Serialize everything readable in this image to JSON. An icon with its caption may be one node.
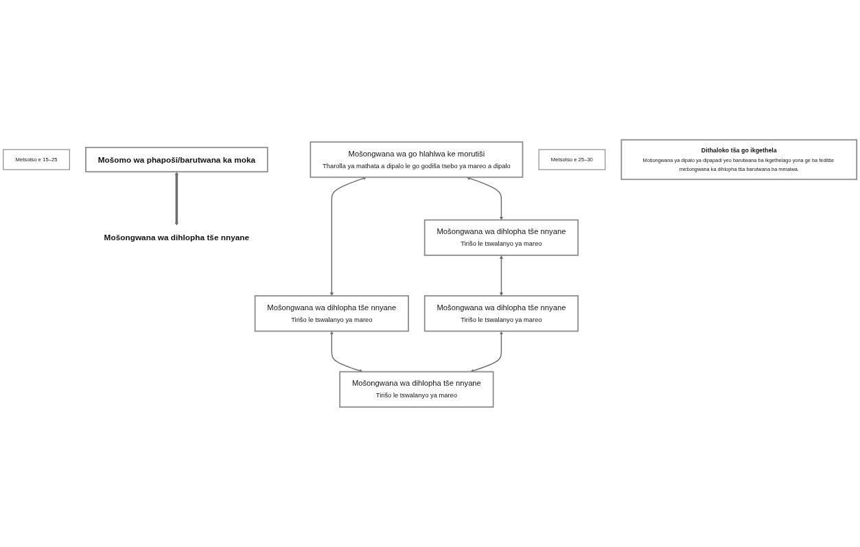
{
  "diagram": {
    "nodes": [
      {
        "text": [
          "Metsotso e 15–25"
        ]
      },
      {
        "text": [
          "Mošomo wa phapoši/barutwana ka moka"
        ]
      },
      {
        "text": [
          "Mošongwana wa dihlopha tše nnyane"
        ]
      },
      {
        "text": [
          "Mošongwana wa go hlahlwa ke morutiši",
          "Tharolla ya mathata a dipalo le go godiša tsebo ya mareo a dipalo"
        ]
      },
      {
        "text": [
          "Metsotso e 25–30"
        ]
      },
      {
        "text": [
          "Mošongwana wa dihlopha tše nnyane",
          "Tirišo le tswalanyo ya mareo"
        ]
      },
      {
        "text": [
          "Mošongwana wa dihlopha tše nnyane",
          "Tirišo le tswalanyo ya mareo"
        ]
      },
      {
        "text": [
          "Mošongwana wa dihlopha tše nnyane",
          "Tirišo le tswalanyo ya mareo"
        ]
      },
      {
        "text": [
          "Mošongwana wa dihlopha tše nnyane",
          "Tirišo le tswalanyo ya mareo"
        ]
      },
      {
        "text": [
          "Dithaloko tša go ikgethela",
          "Mošongwana ya dipalo ya dipapadi yeo barutwana ba ikgethelago yona ge ba feditše mešongwana ka dihlopha tša barutwana ba mmalwa."
        ]
      }
    ],
    "edges": [
      {
        "from": 1,
        "to": 2,
        "arrow": "both",
        "style": "thick"
      },
      {
        "from": 3,
        "to": 5,
        "arrow": "both"
      },
      {
        "from": 3,
        "to": 6,
        "arrow": "both"
      },
      {
        "from": 5,
        "to": 7,
        "arrow": "both"
      },
      {
        "from": 6,
        "to": 8,
        "arrow": "both"
      },
      {
        "from": 7,
        "to": 8,
        "arrow": "both"
      }
    ]
  }
}
